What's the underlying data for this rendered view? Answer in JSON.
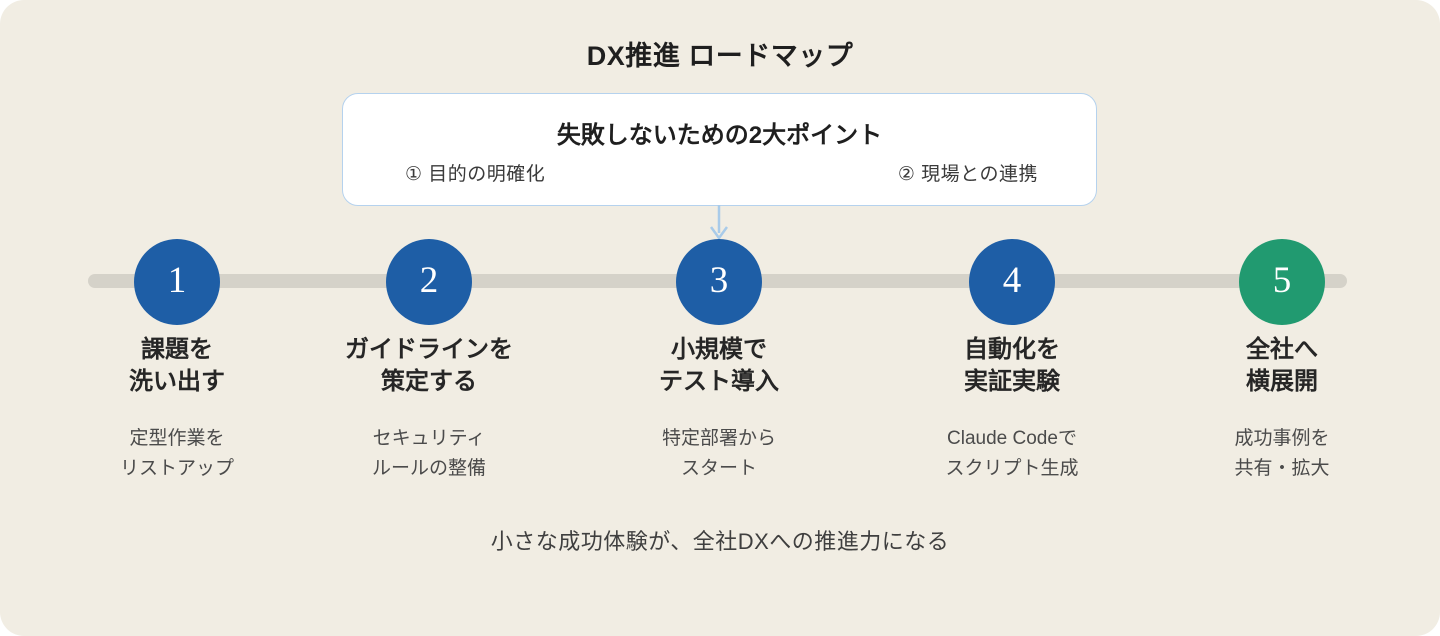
{
  "page": {
    "title": "DX推進 ロードマップ",
    "footer": "小さな成功体験が、全社DXへの推進力になる"
  },
  "callout": {
    "title": "失敗しないための2大ポイント",
    "points": [
      {
        "label": "① 目的の明確化"
      },
      {
        "label": "② 現場との連携"
      }
    ]
  },
  "steps": [
    {
      "number": "1",
      "title_lines": [
        "課題を",
        "洗い出す"
      ],
      "desc_lines": [
        "定型作業を",
        "リストアップ"
      ],
      "circle_color": "#1e5ea6"
    },
    {
      "number": "2",
      "title_lines": [
        "ガイドラインを",
        "策定する"
      ],
      "desc_lines": [
        "セキュリティ",
        "ルールの整備"
      ],
      "circle_color": "#1e5ea6"
    },
    {
      "number": "3",
      "title_lines": [
        "小規模で",
        "テスト導入"
      ],
      "desc_lines": [
        "特定部署から",
        "スタート"
      ],
      "circle_color": "#1e5ea6"
    },
    {
      "number": "4",
      "title_lines": [
        "自動化を",
        "実証実験"
      ],
      "desc_lines": [
        "Claude Codeで",
        "スクリプト生成"
      ],
      "circle_color": "#1e5ea6"
    },
    {
      "number": "5",
      "title_lines": [
        "全社へ",
        "横展開"
      ],
      "desc_lines": [
        "成功事例を",
        "共有・拡大"
      ],
      "circle_color": "#219a70"
    }
  ],
  "colors": {
    "background": "#f1ede3",
    "accent_blue": "#1e5ea6",
    "accent_green": "#219a70",
    "timeline_bar": "#d5d2c9",
    "callout_border": "#b5d2ee",
    "arrow": "#a9cbe9"
  }
}
